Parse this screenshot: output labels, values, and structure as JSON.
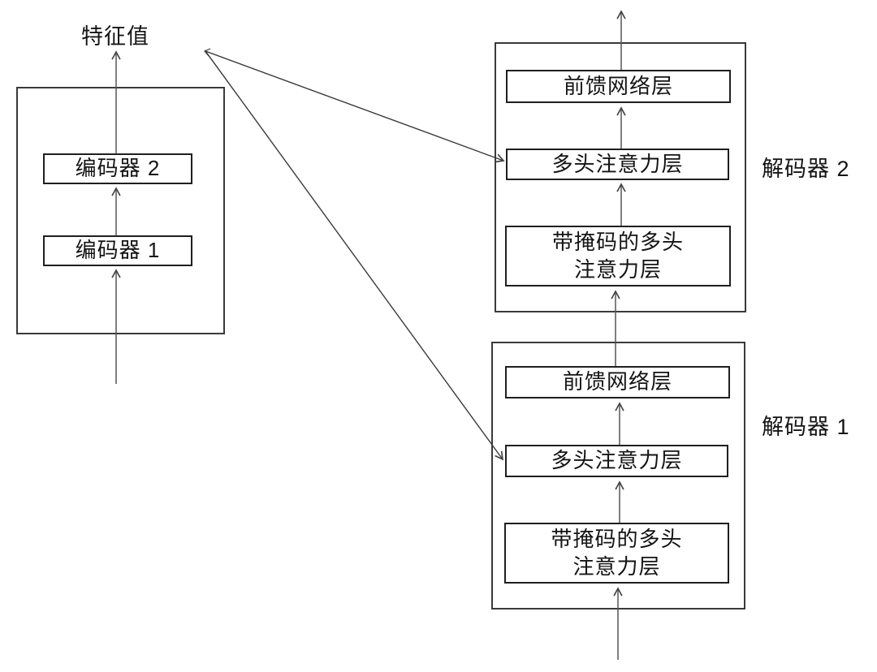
{
  "diagram": {
    "feature_value_label": "特征值",
    "encoder_stack": {
      "encoder2_label": "编码器 2",
      "encoder1_label": "编码器 1"
    },
    "decoder2": {
      "title": "解码器 2",
      "ffn_label": "前馈网络层",
      "mha_label": "多头注意力层",
      "masked_mha_label": "带掩码的多头\n注意力层"
    },
    "decoder1": {
      "title": "解码器 1",
      "ffn_label": "前馈网络层",
      "mha_label": "多头注意力层",
      "masked_mha_label": "带掩码的多头\n注意力层"
    }
  }
}
